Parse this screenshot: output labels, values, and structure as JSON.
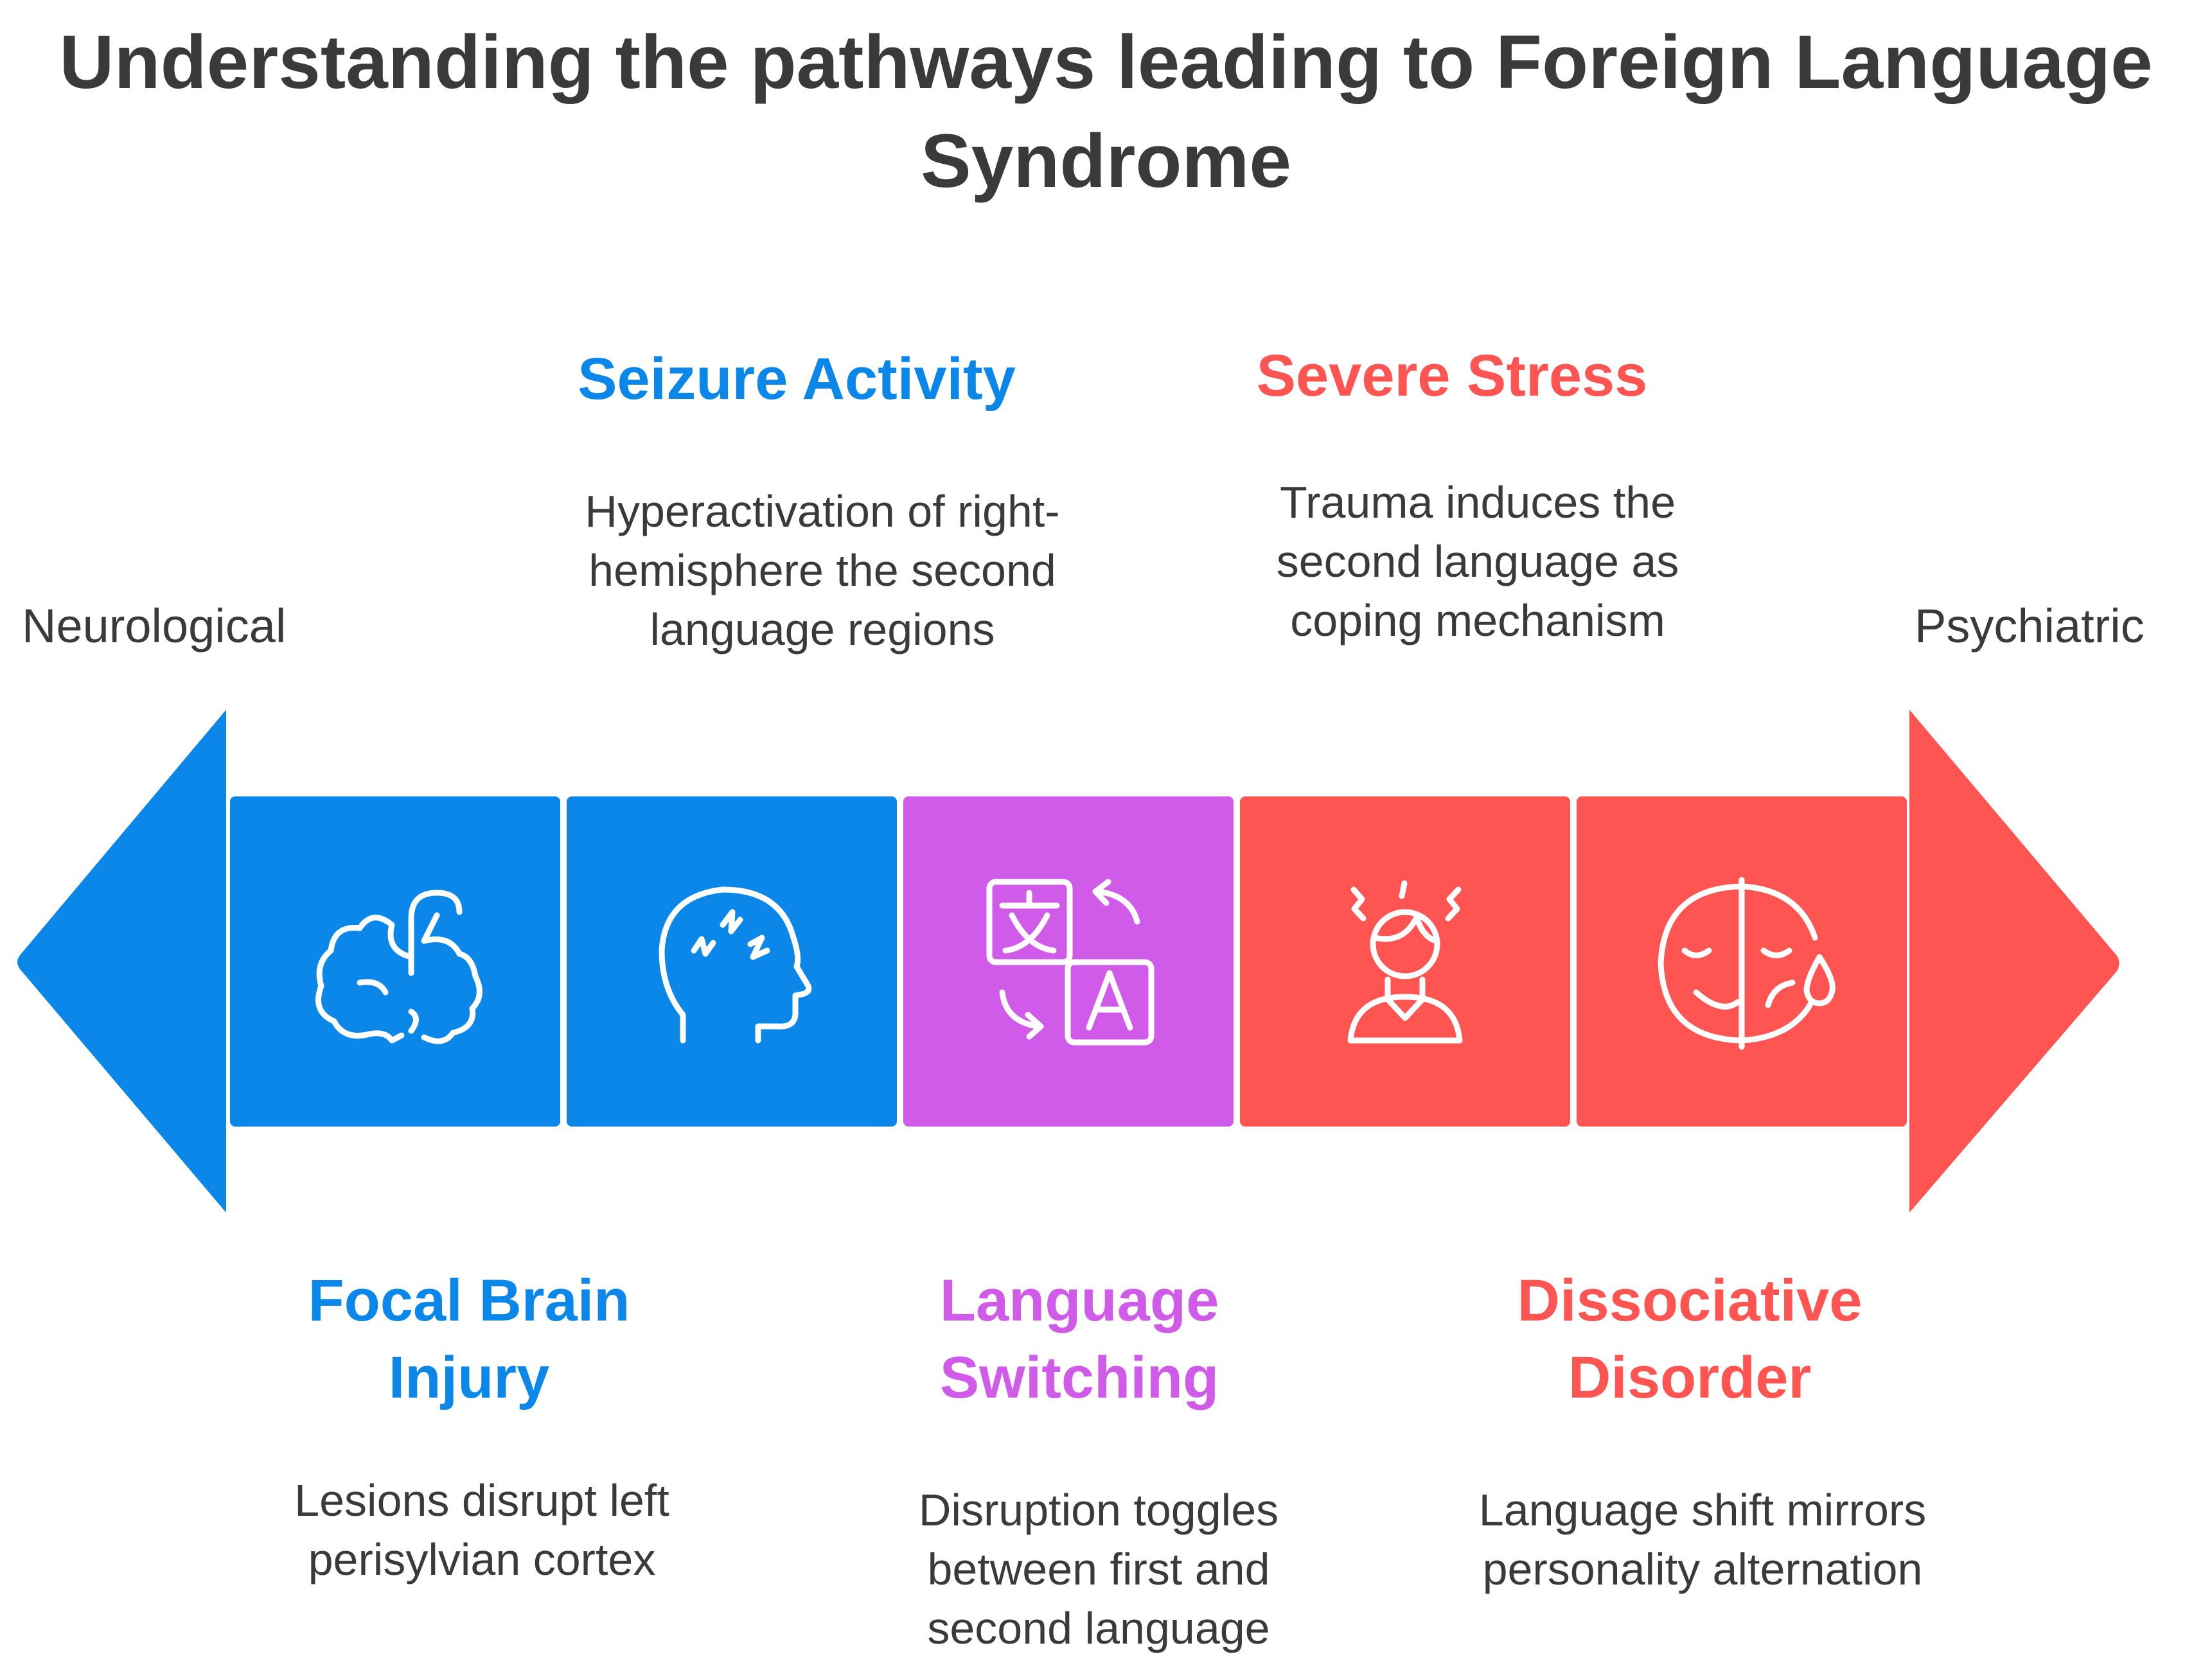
{
  "title": "Understanding the pathways leading to Foreign Language Syndrome",
  "left_label": "Neurological",
  "right_label": "Psychiatric",
  "colors": {
    "blue": "#0a87e8",
    "purple": "#d05be8",
    "red": "#fe5552",
    "text": "#3a3a3a"
  },
  "segments": [
    {
      "icon": "brain-icon",
      "color": "#0a87e8"
    },
    {
      "icon": "head-seizure-icon",
      "color": "#0a87e8"
    },
    {
      "icon": "translate-icon",
      "color": "#d05be8"
    },
    {
      "icon": "stressed-person-icon",
      "color": "#fe5552"
    },
    {
      "icon": "half-sad-face-icon",
      "color": "#fe5552"
    }
  ],
  "items": {
    "focal_brain_injury": {
      "title": "Focal Brain Injury",
      "desc": "Lesions disrupt left perisylvian cortex"
    },
    "seizure_activity": {
      "title": "Seizure Activity",
      "desc": "Hyperactivation of right-hemisphere the second language regions"
    },
    "language_switching": {
      "title": "Language Switching",
      "desc": "Disruption toggles between first and second language"
    },
    "severe_stress": {
      "title": "Severe Stress",
      "desc": "Trauma induces the second language as coping mechanism"
    },
    "dissociative_disorder": {
      "title": "Dissociative Disorder",
      "desc": "Language shift mirrors personality alternation"
    }
  }
}
